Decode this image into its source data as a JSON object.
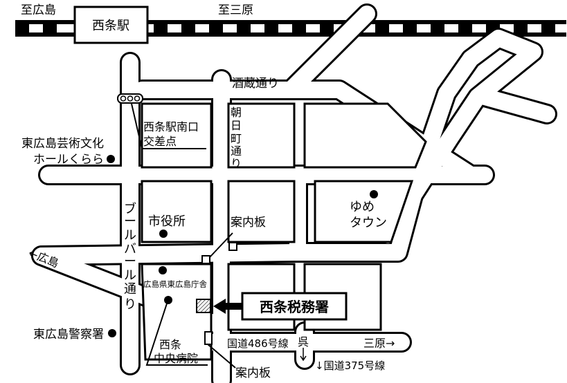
{
  "map": {
    "railway": {
      "to_west": "至広島",
      "station": "西条駅",
      "to_east": "至三原"
    },
    "streets": {
      "sakagura": "酒蔵通り",
      "asahimachi": [
        "朝",
        "日",
        "町",
        "通",
        "り"
      ],
      "boulevard": [
        "ブ",
        "ー",
        "ル",
        "バ",
        "ー",
        "ル",
        "通",
        "り"
      ]
    },
    "places": {
      "crossing_line1": "西条駅南口",
      "crossing_line2": "交差点",
      "hall_line1": "東広島芸術文化",
      "hall_line2": "ホールくらら",
      "city_hall": "市役所",
      "info_board_north": "案内板",
      "youme_line1": "ゆめ",
      "youme_line2": "タウン",
      "pref_office": "広島県東広島庁舎",
      "tax_office": "西条税務署",
      "police": "東広島警察署",
      "hospital_line1": "西条",
      "hospital_line2": "中央病院",
      "info_board_south": "案内板"
    },
    "directions": {
      "to_hiroshima": "←広島",
      "route486": "国道486号線",
      "kure": "呉",
      "mihara": "三原→",
      "route375": "↓国道375号線"
    }
  },
  "colors": {
    "ink": "#000000",
    "paper": "#ffffff"
  }
}
